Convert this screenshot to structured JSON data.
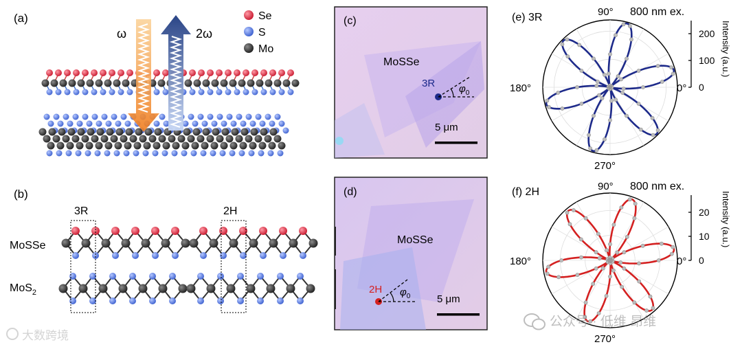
{
  "panel_a": {
    "label": "(a)",
    "omega": "ω",
    "two_omega": "2ω",
    "legend": [
      {
        "label": "Se",
        "color": "#e0304a"
      },
      {
        "label": "S",
        "color": "#5b7fe0"
      },
      {
        "label": "Mo",
        "color": "#3a3a3a"
      }
    ],
    "beam_colors": {
      "fundamental": "#f39a3a",
      "second_harmonic": "#1f3b80"
    }
  },
  "panel_b": {
    "label": "(b)",
    "stack_3r": "3R",
    "stack_2h": "2H",
    "row_top": "MoSSe",
    "row_bottom_main": "MoS",
    "row_bottom_sub": "2"
  },
  "panel_c": {
    "label": "(c)",
    "material": "MoSSe",
    "spot": "3R",
    "angle": "φ",
    "angle_sub": "0",
    "scale": "5 μm",
    "spot_color": "#1d2a8a"
  },
  "panel_d": {
    "label": "(d)",
    "material": "MoSSe",
    "spot": "2H",
    "angle": "φ",
    "angle_sub": "0",
    "scale": "5 μm",
    "spot_color": "#d42020"
  },
  "panel_e": {
    "label": "(e) 3R",
    "excitation": "800 nm ex.",
    "angles": [
      "90°",
      "180°",
      "0°",
      "270°"
    ],
    "axis_label": "Intensity (a.u.)",
    "ticks": [
      "0",
      "100",
      "200"
    ],
    "color": "#1d2a8a"
  },
  "panel_f": {
    "label": "(f) 2H",
    "excitation": "800 nm ex.",
    "angles": [
      "90°",
      "180°",
      "0°",
      "270°"
    ],
    "axis_label": "Intensity (a.u.)",
    "ticks": [
      "0",
      "10",
      "20"
    ],
    "color": "#d42020"
  },
  "watermarks": {
    "bottom_right": "公众号 · 低维 昂维",
    "bottom_left": "大数跨境"
  },
  "chart_data": [
    {
      "type": "scatter",
      "panel": "e",
      "title": "3R",
      "polar": true,
      "excitation": "800 nm ex.",
      "axis_label": "Intensity (a.u.)",
      "r_range": [
        0,
        240
      ],
      "r_ticks": [
        0,
        100,
        200
      ],
      "angle_ticks_deg": [
        0,
        90,
        180,
        270
      ],
      "model": "six-lobe polar pattern, I(φ) ≈ Imax·cos²(3(φ − φ0))",
      "max_intensity": 235,
      "lobe_directions_deg": [
        15,
        75,
        135,
        195,
        255,
        315
      ]
    },
    {
      "type": "scatter",
      "panel": "f",
      "title": "2H",
      "polar": true,
      "excitation": "800 nm ex.",
      "axis_label": "Intensity (a.u.)",
      "r_range": [
        0,
        27
      ],
      "r_ticks": [
        0,
        10,
        20
      ],
      "angle_ticks_deg": [
        0,
        90,
        180,
        270
      ],
      "model": "six-lobe polar pattern, I(φ) ≈ Imax·cos²(3(φ − φ0))",
      "max_intensity": 26,
      "lobe_directions_deg": [
        10,
        70,
        130,
        190,
        250,
        310
      ]
    }
  ]
}
